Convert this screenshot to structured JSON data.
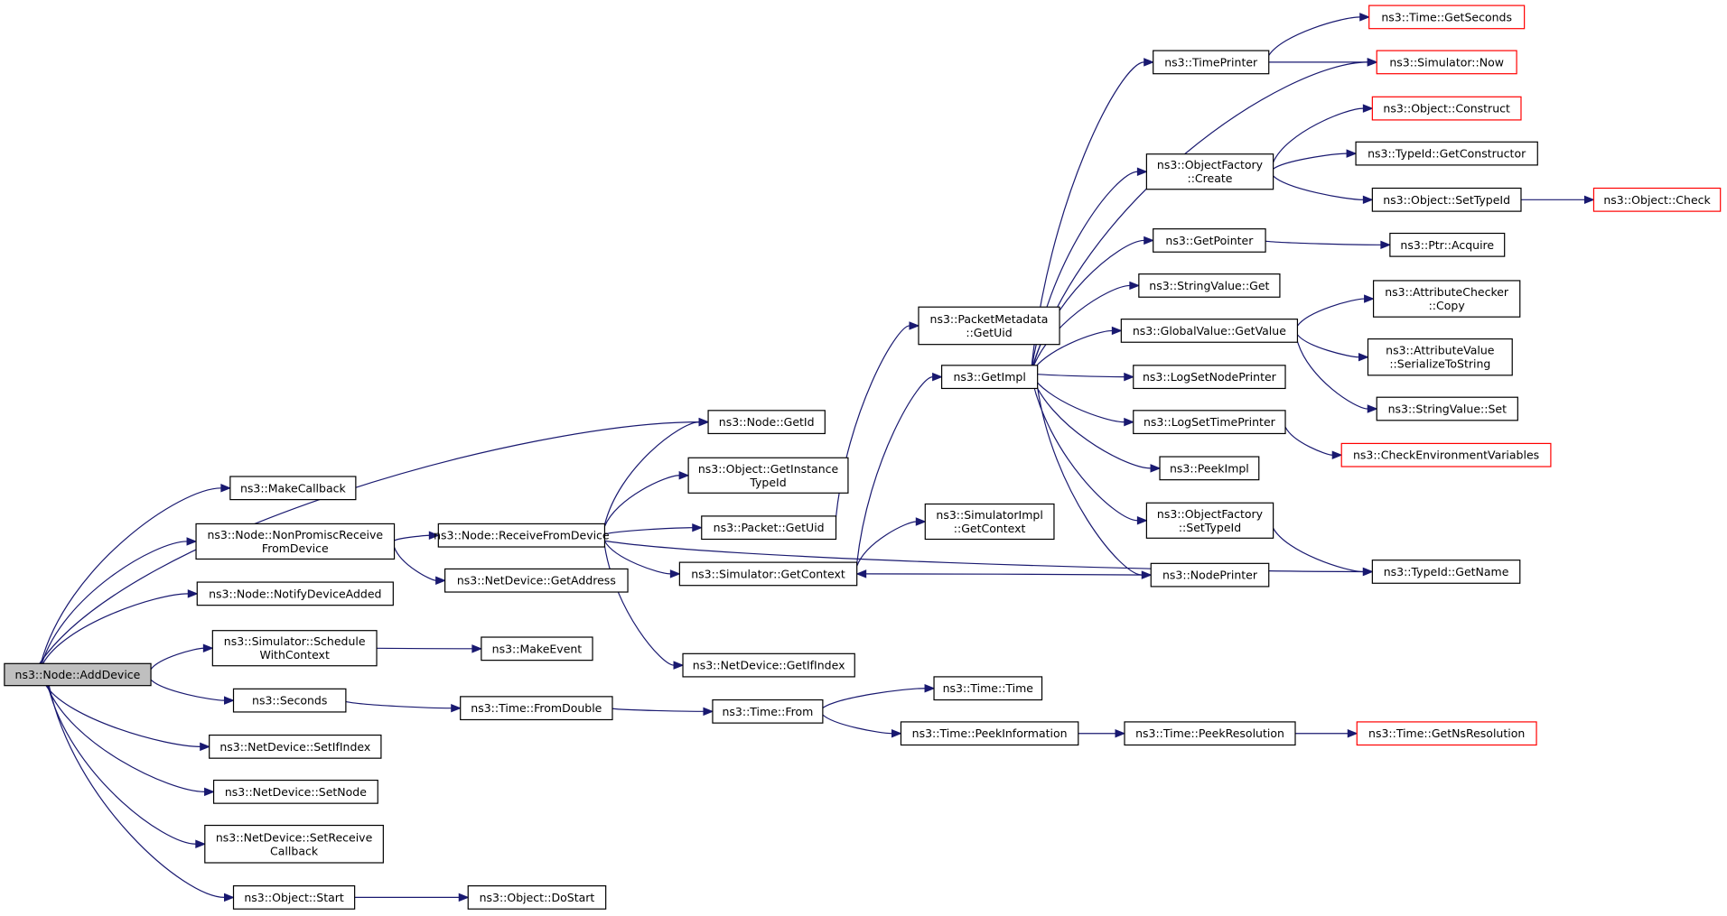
{
  "diagram": {
    "colors": {
      "edge": "#191970",
      "root_fill": "#bfbfbf",
      "red_border": "#ff0000",
      "border": "#000000"
    },
    "nodes": [
      {
        "id": "n0",
        "lines": [
          "ns3::Node::AddDevice"
        ],
        "style": "root"
      },
      {
        "id": "n1",
        "lines": [
          "ns3::Node::GetId"
        ]
      },
      {
        "id": "n2",
        "lines": [
          "ns3::MakeCallback"
        ]
      },
      {
        "id": "n3",
        "lines": [
          "ns3::Node::NonPromiscReceive",
          "FromDevice"
        ]
      },
      {
        "id": "n4",
        "lines": [
          "ns3::Node::NotifyDeviceAdded"
        ]
      },
      {
        "id": "n5",
        "lines": [
          "ns3::Simulator::Schedule",
          "WithContext"
        ]
      },
      {
        "id": "n6",
        "lines": [
          "ns3::Seconds"
        ]
      },
      {
        "id": "n7",
        "lines": [
          "ns3::NetDevice::SetIfIndex"
        ]
      },
      {
        "id": "n8",
        "lines": [
          "ns3::NetDevice::SetNode"
        ]
      },
      {
        "id": "n9",
        "lines": [
          "ns3::NetDevice::SetReceive",
          "Callback"
        ]
      },
      {
        "id": "n10",
        "lines": [
          "ns3::Object::Start"
        ]
      },
      {
        "id": "n11",
        "lines": [
          "ns3::Node::ReceiveFromDevice"
        ]
      },
      {
        "id": "n12",
        "lines": [
          "ns3::NetDevice::GetAddress"
        ]
      },
      {
        "id": "n13",
        "lines": [
          "ns3::MakeEvent"
        ]
      },
      {
        "id": "n14",
        "lines": [
          "ns3::Time::FromDouble"
        ]
      },
      {
        "id": "n15",
        "lines": [
          "ns3::Object::DoStart"
        ]
      },
      {
        "id": "n16",
        "lines": [
          "ns3::Object::GetInstance",
          "TypeId"
        ]
      },
      {
        "id": "n17",
        "lines": [
          "ns3::Packet::GetUid"
        ]
      },
      {
        "id": "n18",
        "lines": [
          "ns3::Simulator::GetContext"
        ]
      },
      {
        "id": "n19",
        "lines": [
          "ns3::NetDevice::GetIfIndex"
        ]
      },
      {
        "id": "n20",
        "lines": [
          "ns3::Time::From"
        ]
      },
      {
        "id": "n21",
        "lines": [
          "ns3::PacketMetadata",
          "::GetUid"
        ]
      },
      {
        "id": "n22",
        "lines": [
          "ns3::GetImpl"
        ]
      },
      {
        "id": "n23",
        "lines": [
          "ns3::SimulatorImpl",
          "::GetContext"
        ]
      },
      {
        "id": "n24",
        "lines": [
          "ns3::Time::Time"
        ]
      },
      {
        "id": "n25",
        "lines": [
          "ns3::Time::PeekInformation"
        ]
      },
      {
        "id": "n26",
        "lines": [
          "ns3::TimePrinter"
        ]
      },
      {
        "id": "n27",
        "lines": [
          "ns3::ObjectFactory",
          "::Create"
        ]
      },
      {
        "id": "n28",
        "lines": [
          "ns3::GetPointer"
        ]
      },
      {
        "id": "n29",
        "lines": [
          "ns3::StringValue::Get"
        ]
      },
      {
        "id": "n30",
        "lines": [
          "ns3::GlobalValue::GetValue"
        ]
      },
      {
        "id": "n31",
        "lines": [
          "ns3::LogSetNodePrinter"
        ]
      },
      {
        "id": "n32",
        "lines": [
          "ns3::LogSetTimePrinter"
        ]
      },
      {
        "id": "n33",
        "lines": [
          "ns3::PeekImpl"
        ]
      },
      {
        "id": "n34",
        "lines": [
          "ns3::ObjectFactory",
          "::SetTypeId"
        ]
      },
      {
        "id": "n35",
        "lines": [
          "ns3::NodePrinter"
        ]
      },
      {
        "id": "n36",
        "lines": [
          "ns3::Time::PeekResolution"
        ]
      },
      {
        "id": "n37",
        "lines": [
          "ns3::Time::GetSeconds"
        ],
        "style": "red"
      },
      {
        "id": "n38",
        "lines": [
          "ns3::Simulator::Now"
        ],
        "style": "red"
      },
      {
        "id": "n39",
        "lines": [
          "ns3::Object::Construct"
        ],
        "style": "red"
      },
      {
        "id": "n40",
        "lines": [
          "ns3::TypeId::GetConstructor"
        ]
      },
      {
        "id": "n41",
        "lines": [
          "ns3::Object::SetTypeId"
        ]
      },
      {
        "id": "n42",
        "lines": [
          "ns3::Ptr::Acquire"
        ]
      },
      {
        "id": "n43",
        "lines": [
          "ns3::AttributeChecker",
          "::Copy"
        ]
      },
      {
        "id": "n44",
        "lines": [
          "ns3::AttributeValue",
          "::SerializeToString"
        ]
      },
      {
        "id": "n45",
        "lines": [
          "ns3::StringValue::Set"
        ]
      },
      {
        "id": "n46",
        "lines": [
          "ns3::CheckEnvironmentVariables"
        ],
        "style": "red"
      },
      {
        "id": "n47",
        "lines": [
          "ns3::TypeId::GetName"
        ]
      },
      {
        "id": "n48",
        "lines": [
          "ns3::Time::GetNsResolution"
        ],
        "style": "red"
      },
      {
        "id": "n49",
        "lines": [
          "ns3::Object::Check"
        ],
        "style": "red"
      }
    ],
    "edges": [
      [
        "n0",
        "n1"
      ],
      [
        "n0",
        "n2"
      ],
      [
        "n0",
        "n3"
      ],
      [
        "n0",
        "n4"
      ],
      [
        "n0",
        "n5"
      ],
      [
        "n0",
        "n6"
      ],
      [
        "n0",
        "n7"
      ],
      [
        "n0",
        "n8"
      ],
      [
        "n0",
        "n9"
      ],
      [
        "n0",
        "n10"
      ],
      [
        "n3",
        "n11"
      ],
      [
        "n3",
        "n12"
      ],
      [
        "n11",
        "n1"
      ],
      [
        "n11",
        "n16"
      ],
      [
        "n11",
        "n17"
      ],
      [
        "n11",
        "n18"
      ],
      [
        "n11",
        "n19"
      ],
      [
        "n11",
        "n47"
      ],
      [
        "n17",
        "n21"
      ],
      [
        "n18",
        "n22"
      ],
      [
        "n18",
        "n23"
      ],
      [
        "n5",
        "n13"
      ],
      [
        "n6",
        "n14"
      ],
      [
        "n14",
        "n20"
      ],
      [
        "n20",
        "n24"
      ],
      [
        "n20",
        "n25"
      ],
      [
        "n25",
        "n36"
      ],
      [
        "n36",
        "n48"
      ],
      [
        "n10",
        "n15"
      ],
      [
        "n22",
        "n26"
      ],
      [
        "n22",
        "n38"
      ],
      [
        "n22",
        "n27"
      ],
      [
        "n22",
        "n28"
      ],
      [
        "n22",
        "n29"
      ],
      [
        "n22",
        "n30"
      ],
      [
        "n22",
        "n31"
      ],
      [
        "n22",
        "n32"
      ],
      [
        "n22",
        "n33"
      ],
      [
        "n22",
        "n34"
      ],
      [
        "n22",
        "n35"
      ],
      [
        "n26",
        "n37"
      ],
      [
        "n26",
        "n38"
      ],
      [
        "n27",
        "n39"
      ],
      [
        "n27",
        "n40"
      ],
      [
        "n27",
        "n41"
      ],
      [
        "n41",
        "n49"
      ],
      [
        "n28",
        "n42"
      ],
      [
        "n30",
        "n43"
      ],
      [
        "n30",
        "n44"
      ],
      [
        "n30",
        "n45"
      ],
      [
        "n32",
        "n46"
      ],
      [
        "n34",
        "n47"
      ],
      [
        "n35",
        "n18"
      ]
    ]
  }
}
